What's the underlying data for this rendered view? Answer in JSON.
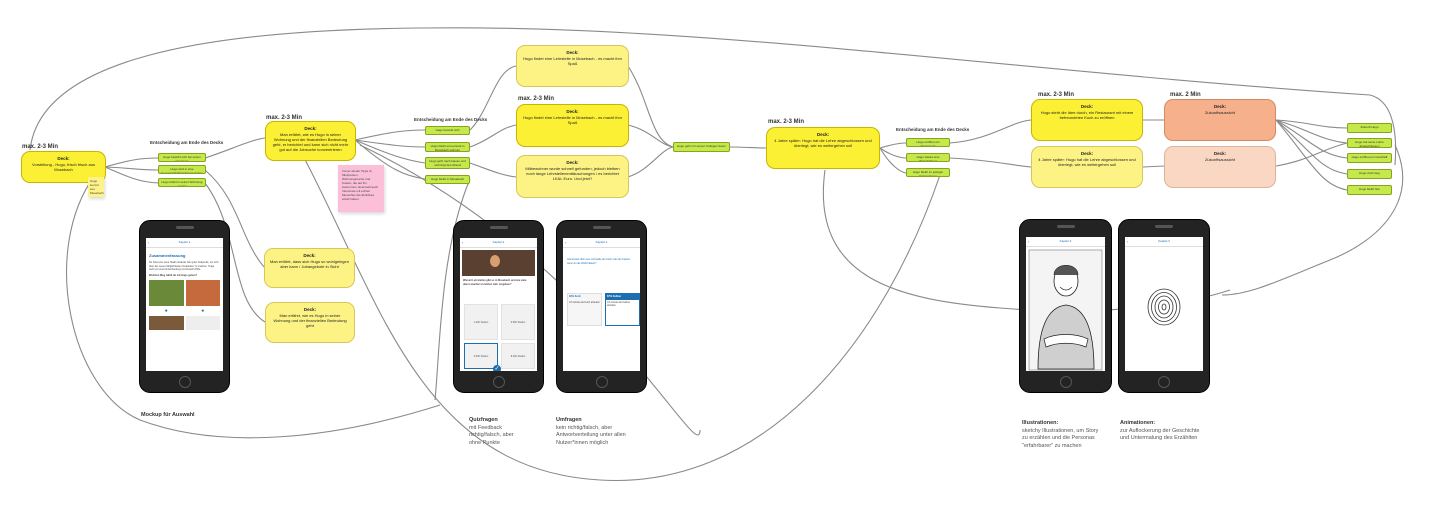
{
  "headers": {
    "h1": "max. 2-3 Min",
    "h2": "max. 2-3 Min",
    "h3": "max. 2-3 Min",
    "h4": "max. 2-3 Min",
    "h5": "max. 2-3 Min",
    "h6": "max. 2 Min",
    "d1": "Entscheidung am Ende des Decks",
    "d2": "Entscheidung am Ende des Decks",
    "d3": "Entscheidung am Ende des Decks"
  },
  "nodes": {
    "n_start": {
      "title": "Deck:",
      "text": "Vorstellung - Hugo, frisch frisch aus Mosebach"
    },
    "n_wohnung": {
      "title": "Deck:",
      "text": "Man erfährt, wie es Hugo in seiner Wohnung und der finanziellen Bedeutung geht, er berichtet und kann sich nicht mehr gut auf die Jobsuche konzentrieren"
    },
    "n_alt1": {
      "title": "Deck:",
      "text": "Man erfährt, dass sich Hugo so wohlgelegen aber kann / Jobangebote in Sicht"
    },
    "n_alt2": {
      "title": "Deck:",
      "text": "Man erfährt, wie es Hugo in seiner Wohnung und der finanziellen Bedeutung geht"
    },
    "n_top": {
      "title": "Deck:",
      "text": "Hugo findet eine Lehrstelle in Mosebach - es macht ihm Spaß"
    },
    "n_mid": {
      "title": "Deck:",
      "text": "Hugo findet eine Lehrstelle in Mosebach - es macht ihm Spaß"
    },
    "n_low": {
      "title": "Deck:",
      "text": "Mitbewohner wurde schnell gefunden, jedoch bleiben noch lange Lehrstellenenttäuschungen / es berichtet LK&L Euro. Und jetzt?"
    },
    "n_center": {
      "title": "Deck:",
      "text": "4 Jahre später: Hugo hat die Lehre abgeschlossen und überlegt, wie es weitergehen soll"
    },
    "n_r1": {
      "title": "Deck:",
      "text": "Hugo steht die Idee durch, ein Restaurant mit einem befreundeten Koch zu eröffnen"
    },
    "n_r2": {
      "title": "Deck:",
      "text": "4 Jahre später: Hugo hat die Lehre abgeschlossen und überlegt, wie es weitergehen soll"
    },
    "n_z1": {
      "title": "Deck:",
      "text": "Zukunftsaussicht"
    },
    "n_z2": {
      "title": "Deck:",
      "text": "Zukunftsaussicht"
    }
  },
  "options": {
    "a1": "Hugo bewirbt sich bei einem Vermieter",
    "a2": "Hugo wird in eine Gemeinschaftswohnung ziehen",
    "a3": "Hugo bleibt in seiner Wohnung / spart",
    "b1": "Hugo bewirbt sich",
    "b2": "Hugo bleibt erst einmal in Mosebach wohnen",
    "b3": "Hugo geht nach Hause und verbringt den Abend",
    "b4": "Hugo bleibt in Mosebach",
    "c1": "Hugo geht mit seinen Kollegen feiern",
    "e1": "Hugo eröffnet ein Restaurant",
    "e2": "Hugo startet eine Weiterbildung",
    "e3": "Hugo bleibt im jetzigen Unternehmen",
    "z1": "Zukunft Hugo",
    "z2": "Hugo hat seine Lehre abgeschlossen",
    "z3": "Hugo eröffnet ein Geschäft",
    "z4": "Hugo zieht weg",
    "z5": "Hugo bleibt hier"
  },
  "stickies": {
    "s1": "Immer wieder Tipps zu Mietpreisen, Wohnungssuche und Kosten, die auf ihn zukommen. Eventuell auch Interviews mit echten Menschen die ähnliches erlebt haben.",
    "s2": "Hugo kommt aus Mosebach"
  },
  "phones": {
    "p1": {
      "header": "Kapitel 1",
      "heading": "Zusammenfassung",
      "body": "Du hast eine neue Stadt entdeckt. Ein guter Zeitpunkt, um sich über die neuen Möglichkeiten Gedanken zu machen. Hugo steht vor einer Entscheidung und braucht Hilfe.",
      "question": "Welchen Weg wählt du mit Hugo gehen?"
    },
    "p2": {
      "header": "Kapitel 2",
      "question": "Wieviel Lehrstellen gibt es in Mosebach und wie viele davon wurden im letzten Jahr vergeben?",
      "tiles": [
        "1.200 Stellen",
        "3.500 Stellen",
        "6.000 Stellen",
        "8.200 Stellen"
      ]
    },
    "p3": {
      "header": "Kapitel 2",
      "question": "Interessiert dich eine Lehrstelle als Koch oder als Kellner, wenn du die Wahl hättest?",
      "left_pct": "33% Koch",
      "right_pct": "67% Kellner",
      "left_label": "Ich würde als Koch arbeiten",
      "right_label": "Ich würde als Kellner arbeiten"
    },
    "p4": {
      "header": "Kapitel 3"
    },
    "p5": {
      "header": "Kapitel 3"
    }
  },
  "captions": {
    "mockup": "Mockup für Auswahl",
    "quiz_title": "Quizfragen",
    "quiz_l1": "mit Feedback",
    "quiz_l2": "richtig/falsch, aber",
    "quiz_l3": "ohne Punkte",
    "umf_title": "Umfragen",
    "umf_l1": "kein richtig/falsch, aber",
    "umf_l2": "Antwortverteilung unter allen",
    "umf_l3": "Nutzer*innen möglich",
    "ill_title": "Illustrationen:",
    "ill_l1": "sketchy Illustrationen, um Story",
    "ill_l2": "zu erzählen und die Personas",
    "ill_l3": "\"erfahrbarer\" zu machen",
    "ani_title": "Animationen:",
    "ani_l1": "zur Auflockerung der Geschichte",
    "ani_l2": "und Untermalung des Erzählten"
  },
  "colors": {
    "deck_yellow": "#fbf033",
    "option_green": "#c5e84b",
    "future_orange": "#f6b08c",
    "future_peach": "#fad7c3",
    "sticky_pink": "#fbbfd8",
    "link_gray": "#8a8a8a"
  }
}
